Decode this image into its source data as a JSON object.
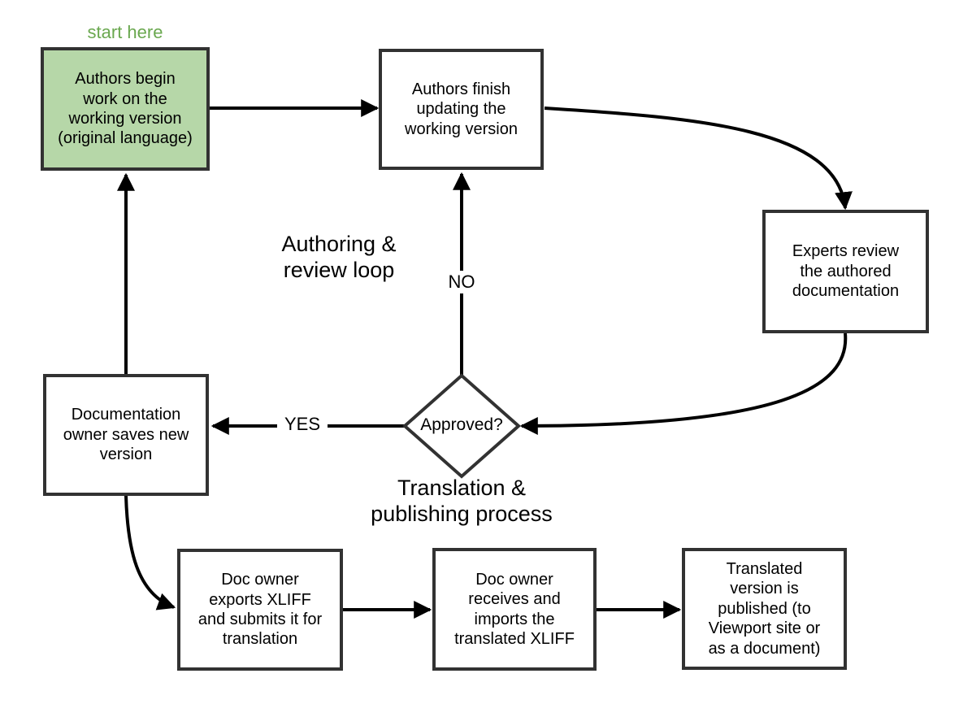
{
  "labels": {
    "start_here": "start here",
    "authoring_loop": "Authoring &\nreview loop",
    "no": "NO",
    "yes": "YES",
    "translation_process": "Translation &\npublishing process"
  },
  "nodes": {
    "authors_begin": "Authors begin\nwork on the\nworking version\n(original language)",
    "authors_finish": "Authors finish\nupdating the\nworking version",
    "experts_review": "Experts review\nthe authored\ndocumentation",
    "approved": "Approved?",
    "owner_saves": "Documentation\nowner saves new\nversion",
    "owner_exports": "Doc owner\nexports XLIFF\nand submits it for\ntranslation",
    "owner_imports": "Doc owner\nreceives and\nimports the\ntranslated XLIFF",
    "published": "Translated\nversion is\npublished (to\nViewport site or\nas a document)"
  },
  "colors": {
    "start_box_fill": "#b6d7a8",
    "start_label_text": "#6aa84f",
    "box_border": "#323232",
    "arrow": "#000000",
    "text": "#000000"
  }
}
